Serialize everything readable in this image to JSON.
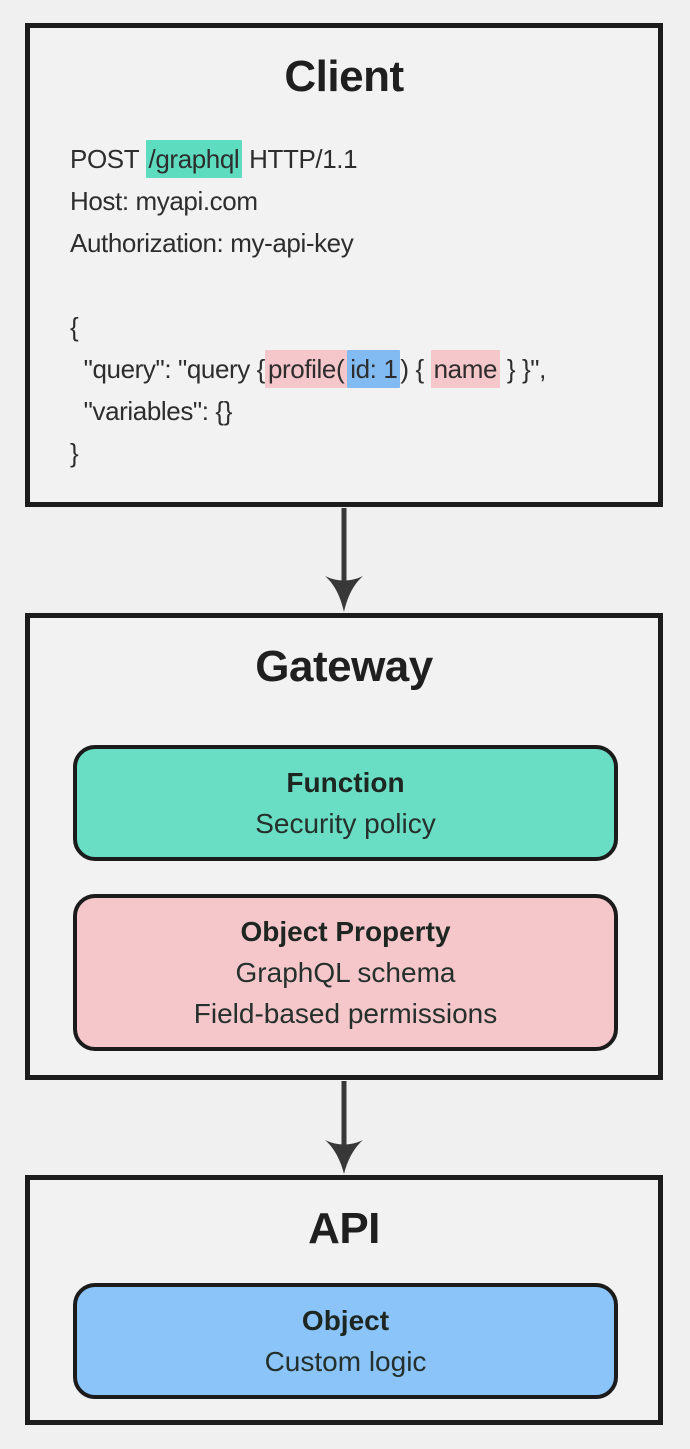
{
  "colors": {
    "page_bg": "#f0f0f0",
    "panel_bg": "#f2f2f2",
    "panel_border": "#1c1c1c",
    "arrow": "#383838",
    "teal": "#5edcc0",
    "pink": "#f5c6ca",
    "blue": "#82baf2",
    "green_card": "#69dec5",
    "pink_card": "#f5c7ca",
    "blue_card": "#8ac4f8"
  },
  "client": {
    "title": "Client",
    "request_lines": [
      {
        "segments": [
          {
            "t": "POST "
          },
          {
            "t": "/graphql",
            "hl": "teal"
          },
          {
            "t": " HTTP/1.1"
          }
        ]
      },
      {
        "segments": [
          {
            "t": "Host: myapi.com"
          }
        ]
      },
      {
        "segments": [
          {
            "t": "Authorization: my-api-key"
          }
        ]
      },
      {
        "segments": [
          {
            "t": ""
          }
        ]
      },
      {
        "segments": [
          {
            "t": "{"
          }
        ]
      },
      {
        "segments": [
          {
            "t": "  \"query\": \"query {"
          },
          {
            "t": "profile(",
            "hl": "pink"
          },
          {
            "t": "id: 1",
            "hl": "blue"
          },
          {
            "t": ") { "
          },
          {
            "t": "name",
            "hl": "pink"
          },
          {
            "t": " } }\","
          }
        ]
      },
      {
        "segments": [
          {
            "t": "  \"variables\": {}"
          }
        ]
      },
      {
        "segments": [
          {
            "t": "}"
          }
        ]
      }
    ]
  },
  "gateway": {
    "title": "Gateway",
    "cards": [
      {
        "id": "function",
        "title": "Function",
        "lines": [
          "Security policy"
        ],
        "color": "green_card"
      },
      {
        "id": "object-property",
        "title": "Object Property",
        "lines": [
          "GraphQL schema",
          "Field-based permissions"
        ],
        "color": "pink_card"
      }
    ]
  },
  "api": {
    "title": "API",
    "cards": [
      {
        "id": "object",
        "title": "Object",
        "lines": [
          "Custom logic"
        ],
        "color": "blue_card"
      }
    ]
  }
}
